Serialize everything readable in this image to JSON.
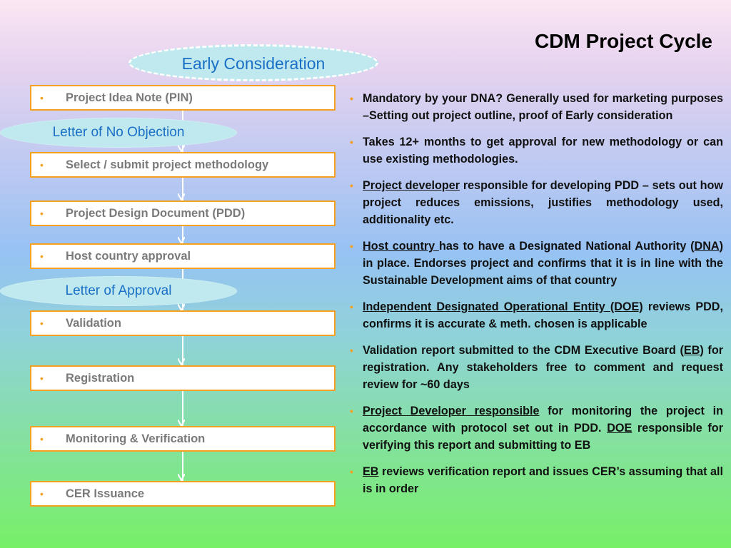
{
  "title": "CDM Project Cycle",
  "early_consideration": "Early Consideration",
  "bullet_char": "•",
  "steps": [
    "Project Idea Note (PIN)",
    "Select / submit project methodology",
    "Project Design Document (PDD)",
    "Host country approval",
    "Validation",
    "Registration",
    "Monitoring & Verification",
    "CER Issuance"
  ],
  "letters": {
    "no_objection": "Letter of No Objection",
    "approval": "Letter of Approval"
  },
  "notes": [
    [
      {
        "t": "Mandatory by your DNA? Generally used for marketing purposes –Setting out project outline, proof of Early consideration",
        "u": false
      }
    ],
    [
      {
        "t": "Takes 12+ months to get approval for new methodology or can use existing methodologies.",
        "u": false
      }
    ],
    [
      {
        "t": "Project developer",
        "u": true
      },
      {
        "t": " responsible for developing PDD – sets out how project reduces emissions, justifies methodology used, additionality etc.",
        "u": false
      }
    ],
    [
      {
        "t": "Host country ",
        "u": true
      },
      {
        "t": "has to have a Designated National Authority (",
        "u": false
      },
      {
        "t": "DNA",
        "u": true
      },
      {
        "t": ") in place. Endorses project and confirms that it is in line with the Sustainable Development aims of that country",
        "u": false
      }
    ],
    [
      {
        "t": "Independent Designated Operational Entity (DOE)",
        "u": true
      },
      {
        "t": " reviews PDD, confirms it is accurate & meth. chosen is applicable",
        "u": false
      }
    ],
    [
      {
        "t": "Validation report submitted to the CDM Executive Board (",
        "u": false
      },
      {
        "t": "EB",
        "u": true
      },
      {
        "t": ") for registration. Any stakeholders free to comment and request review for ~60 days",
        "u": false
      }
    ],
    [
      {
        "t": "Project Developer responsible",
        "u": true
      },
      {
        "t": " for monitoring the project in accordance with protocol set out in PDD. ",
        "u": false
      },
      {
        "t": "DOE",
        "u": true
      },
      {
        "t": " responsible for verifying this report  and submitting to EB",
        "u": false
      }
    ],
    [
      {
        "t": "EB",
        "u": true
      },
      {
        "t": " reviews verification report and issues CER’s assuming that all is in order",
        "u": false
      }
    ]
  ]
}
